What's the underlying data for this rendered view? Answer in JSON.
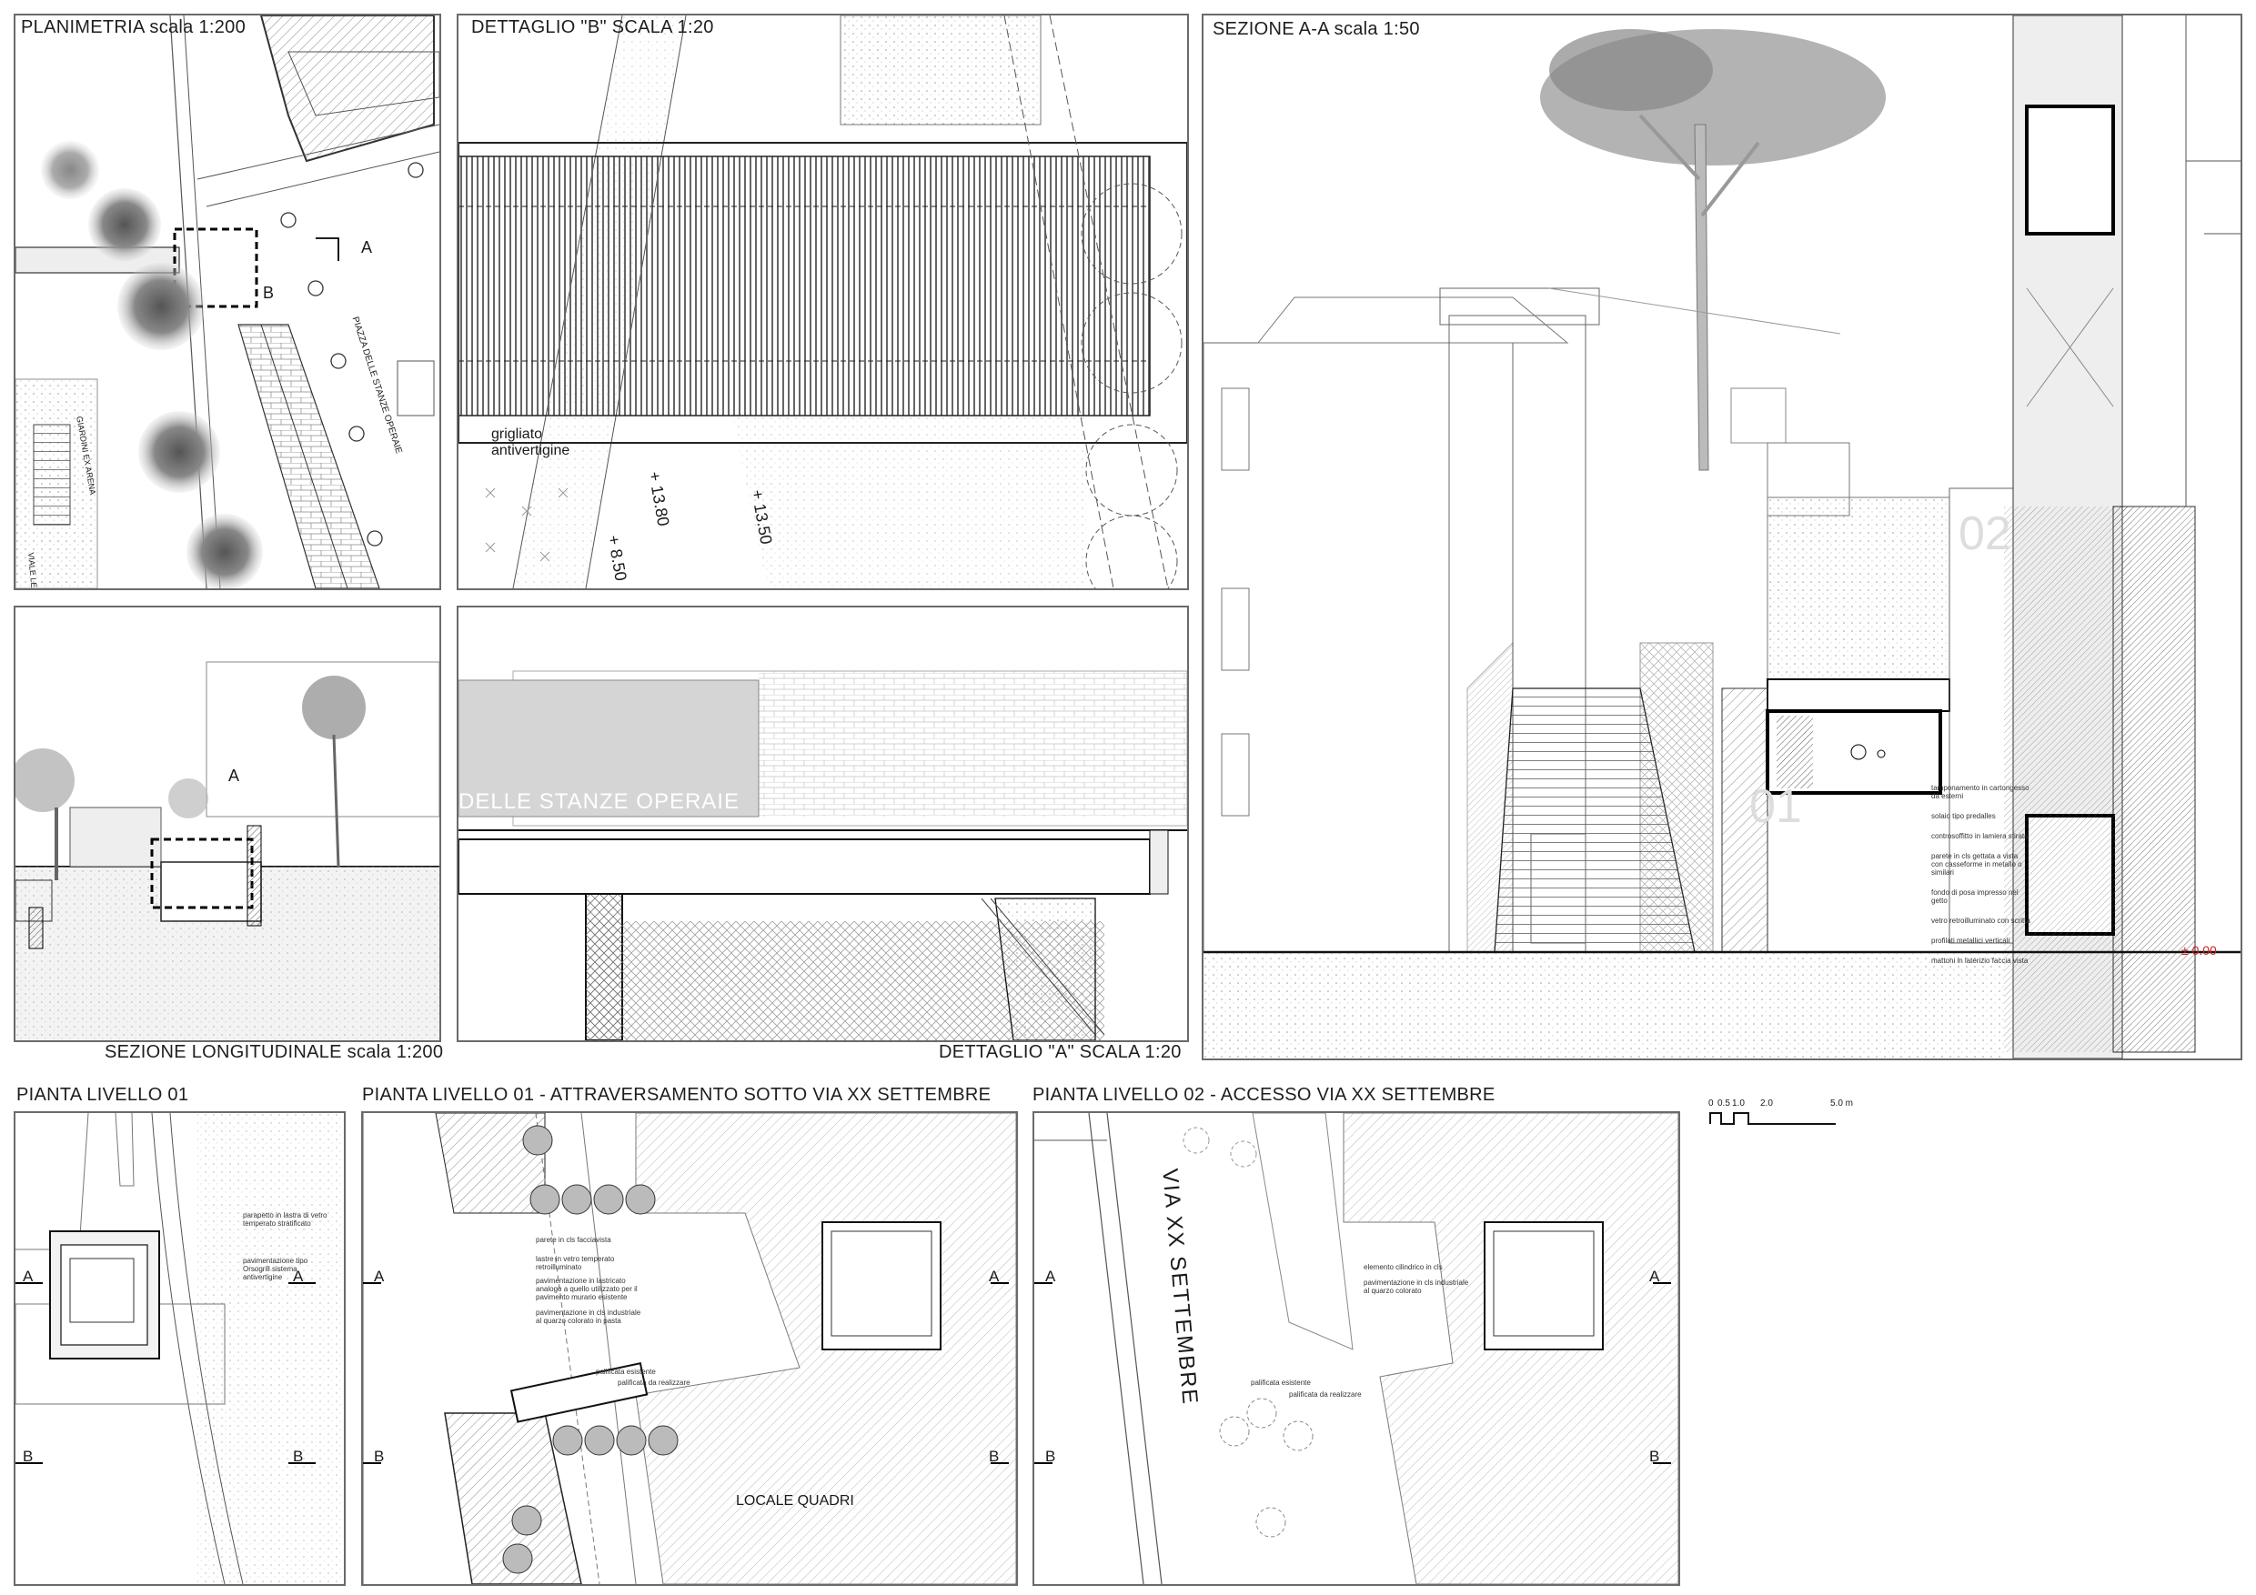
{
  "panels": {
    "planimetria": {
      "title": "PLANIMETRIA scala 1:200",
      "labels": {
        "a": "A",
        "b": "B",
        "giardini": "GIARDINI EX ARENA",
        "piazza": "PIAZZA DELLE STANZE OPERAIE",
        "mura": "VIALE LE MURA"
      }
    },
    "dettaglio_b": {
      "title": "DETTAGLIO \"B\" SCALA 1:20",
      "labels": {
        "grigliato": "grigliato antivertigine",
        "l1380": "+ 13.80",
        "l1350": "+ 13.50",
        "l850": "+ 8.50"
      }
    },
    "sezione_aa": {
      "title": "SEZIONE A-A scala 1:50",
      "labels": {
        "level01": "01",
        "level02": "02",
        "zero": "± 0.00"
      },
      "annotations": [
        "tamponamento in cartongesso da esterni",
        "solaio tipo predalles",
        "controsoffitto in lamiera stirata",
        "parete in cls gettata a vista con casseforme in metallo o similari",
        "fondo di posa impresso nel getto",
        "vetro retroilluminato con scritta",
        "profilati metallici verticali",
        "mattoni in laterizio faccia vista"
      ]
    },
    "sezione_longitudinale": {
      "title": "SEZIONE LONGITUDINALE scala 1:200",
      "labels": {
        "a": "A"
      }
    },
    "dettaglio_a": {
      "title": "DETTAGLIO \"A\" SCALA 1:20",
      "labels": {
        "glass_text": "DELLE STANZE OPERAIE"
      }
    },
    "pianta_01": {
      "title": "PIANTA LIVELLO 01",
      "labels": {
        "a": "A",
        "b": "B"
      },
      "annotations": [
        "parapetto in lastra di vetro temperato stratificato",
        "pavimentazione tipo Orsogrill sistema antivertigine"
      ]
    },
    "pianta_01_attr": {
      "title": "PIANTA LIVELLO 01 - ATTRAVERSAMENTO SOTTO VIA XX SETTEMBRE",
      "labels": {
        "a": "A",
        "b": "B",
        "locale": "LOCALE QUADRI"
      },
      "annotations": [
        "parete in cls facciavista",
        "lastre in vetro temperato retroilluminato",
        "pavimentazione in lastricato analogo a quello utilizzato per il pavimento murario esistente",
        "pavimentazione in cls industriale al quarzo colorato in pasta",
        "palificata esistente",
        "palificata da realizzare"
      ]
    },
    "pianta_02": {
      "title": "PIANTA LIVELLO 02 - ACCESSO VIA XX SETTEMBRE",
      "labels": {
        "a": "A",
        "b": "B",
        "street": "VIA  XX  SETTEMBRE"
      },
      "annotations": [
        "elemento cilindrico in cls",
        "pavimentazione in cls industriale al quarzo colorato",
        "palificata esistente",
        "palificata da realizzare"
      ]
    }
  },
  "scale_bar": {
    "ticks": [
      "0",
      "0.5",
      "1.0",
      "2.0",
      "5.0 m"
    ]
  },
  "colors": {
    "line": "#3a3a3a",
    "panel_border": "#6a6a6a",
    "hatch": "#9a9a9a",
    "accent_red": "#d42020"
  }
}
